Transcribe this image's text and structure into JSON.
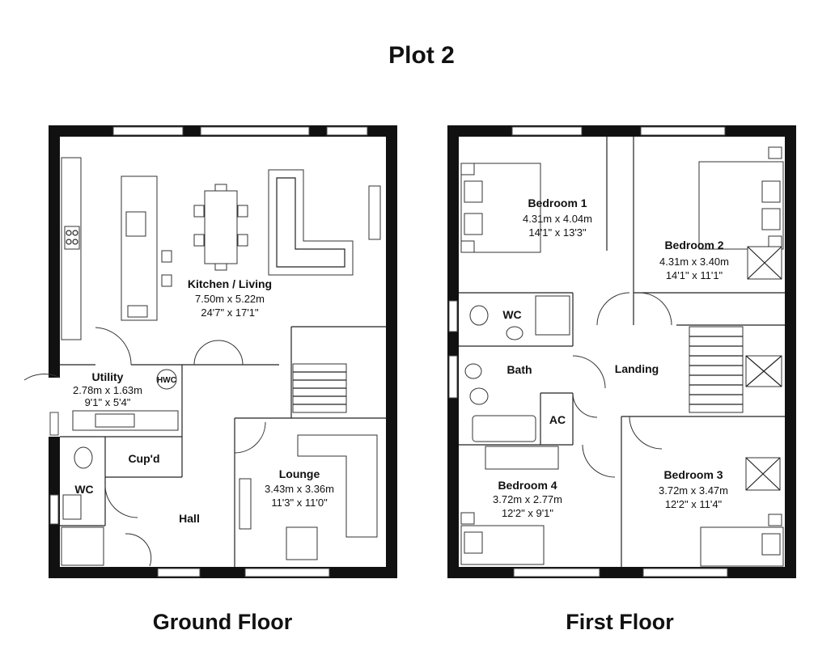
{
  "title": "Plot 2",
  "floors": {
    "ground": {
      "label": "Ground Floor",
      "rooms": {
        "kitchen": {
          "name": "Kitchen / Living",
          "metric": "7.50m x 5.22m",
          "imperial": "24'7\" x 17'1\""
        },
        "utility": {
          "name": "Utility",
          "metric": "2.78m x 1.63m",
          "imperial": "9'1\" x 5'4\""
        },
        "hwc": {
          "name": "HWC"
        },
        "cupd": {
          "name": "Cup'd"
        },
        "wc": {
          "name": "WC"
        },
        "hall": {
          "name": "Hall"
        },
        "lounge": {
          "name": "Lounge",
          "metric": "3.43m x 3.36m",
          "imperial": "11'3\" x 11'0\""
        }
      }
    },
    "first": {
      "label": "First Floor",
      "rooms": {
        "bedroom1": {
          "name": "Bedroom 1",
          "metric": "4.31m x 4.04m",
          "imperial": "14'1\" x 13'3\""
        },
        "bedroom2": {
          "name": "Bedroom 2",
          "metric": "4.31m x 3.40m",
          "imperial": "14'1\" x 11'1\""
        },
        "wc": {
          "name": "WC"
        },
        "bath": {
          "name": "Bath"
        },
        "landing": {
          "name": "Landing"
        },
        "ac": {
          "name": "AC"
        },
        "bedroom4": {
          "name": "Bedroom 4",
          "metric": "3.72m x 2.77m",
          "imperial": "12'2\" x 9'1\""
        },
        "bedroom3": {
          "name": "Bedroom 3",
          "metric": "3.72m x 3.47m",
          "imperial": "12'2\" x 11'4\""
        }
      }
    }
  }
}
